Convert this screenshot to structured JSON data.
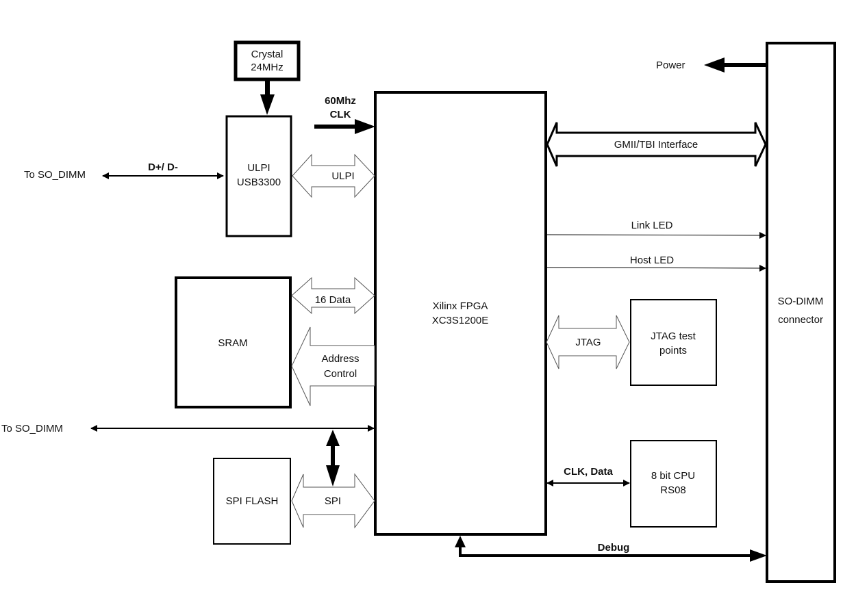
{
  "diagram": {
    "colors": {
      "stroke": "#000000",
      "background": "#ffffff",
      "bus_outline": "#555555",
      "text": "#111111"
    },
    "blocks": {
      "crystal": {
        "line1": "Crystal",
        "line2": "24MHz"
      },
      "ulpi_phy": {
        "line1": "ULPI",
        "line2": "USB3300"
      },
      "fpga": {
        "line1": "Xilinx FPGA",
        "line2": "XC3S1200E"
      },
      "sram": {
        "line1": "SRAM"
      },
      "spi_flash": {
        "line1": "SPI FLASH"
      },
      "jtag_tp": {
        "line1": "JTAG test",
        "line2": "points"
      },
      "cpu": {
        "line1": "8 bit CPU",
        "line2": "RS08"
      },
      "sodimm": {
        "line1": "SO-DIMM",
        "line2": "connector"
      }
    },
    "connections": {
      "clk60": {
        "line1": "60Mhz",
        "line2": "CLK"
      },
      "usb_dpdm": {
        "label": "D+/ D-",
        "endpoint": "To SO_DIMM"
      },
      "ulpi_bus": {
        "label": "ULPI"
      },
      "gmii_bus": {
        "label": "GMII/TBI Interface"
      },
      "power": {
        "label": "Power"
      },
      "link_led": {
        "label": "Link LED"
      },
      "host_led": {
        "label": "Host LED"
      },
      "data_bus": {
        "label": "16 Data"
      },
      "addr_bus": {
        "line1": "Address",
        "line2": "Control"
      },
      "jtag_bus": {
        "label": "JTAG"
      },
      "spi_line": {
        "endpoint": "To SO_DIMM"
      },
      "spi_bus": {
        "label": "SPI"
      },
      "cpu_link": {
        "label": "CLK, Data"
      },
      "debug": {
        "label": "Debug"
      }
    }
  }
}
